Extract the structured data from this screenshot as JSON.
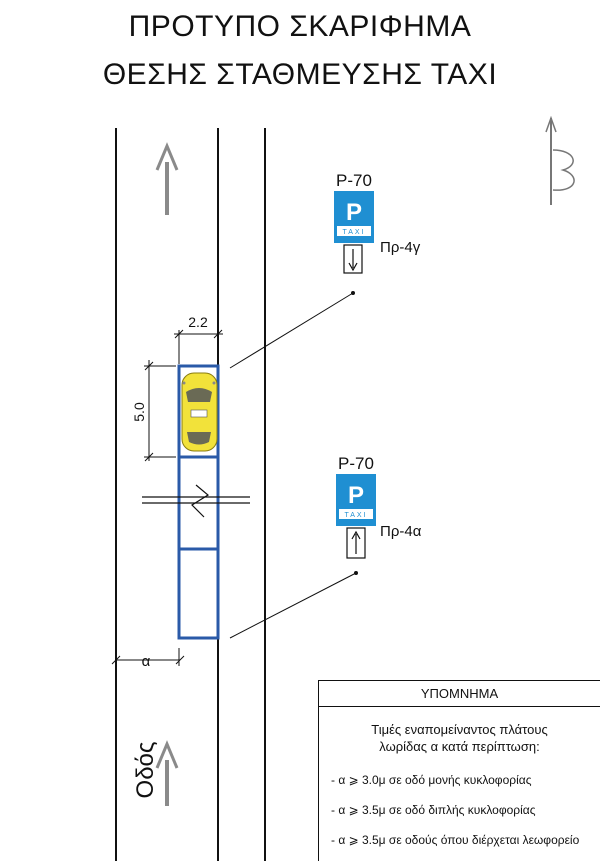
{
  "title": {
    "line1": "ΠΡΟΤΥΠΟ ΣΚΑΡΙΦΗΜΑ",
    "line2": "ΘΕΣΗΣ ΣΤΑΘΜΕΥΣΗΣ ΤΑΧΙ"
  },
  "dimensions": {
    "width": "2.2",
    "length": "5.0",
    "alpha": "α"
  },
  "road_label": "Οδός",
  "signs": [
    {
      "code": "Ρ-70",
      "symbol": "P",
      "plate_text": "TAXI",
      "panel_code": "Πρ-4γ",
      "arrow": "down"
    },
    {
      "code": "Ρ-70",
      "symbol": "P",
      "plate_text": "TAXI",
      "panel_code": "Πρ-4α",
      "arrow": "up"
    }
  ],
  "legend": {
    "header": "ΥΠΟΜΝΗΜΑ",
    "intro_line1": "Τιμές εναπομείναντος πλάτους",
    "intro_line2": "λωρίδας α κατά περίπτωση:",
    "items": [
      "- α ⩾ 3.0μ σε οδό μονής κυκλοφορίας",
      "- α ⩾ 3.5μ σε οδό διπλής κυκλοφορίας",
      "- α ⩾ 3.5μ σε οδούς όπου διέρχεται λεωφορείο"
    ]
  },
  "colors": {
    "sign_blue": "#1f8fd2",
    "bay_blue": "#2a5aa8",
    "taxi_yellow": "#f2e23a",
    "arrow_grey": "#8a8a8a"
  },
  "icons": {
    "north": "north-arrow-icon",
    "direction": "direction-arrow-icon",
    "taxi": "taxi-car-icon"
  }
}
